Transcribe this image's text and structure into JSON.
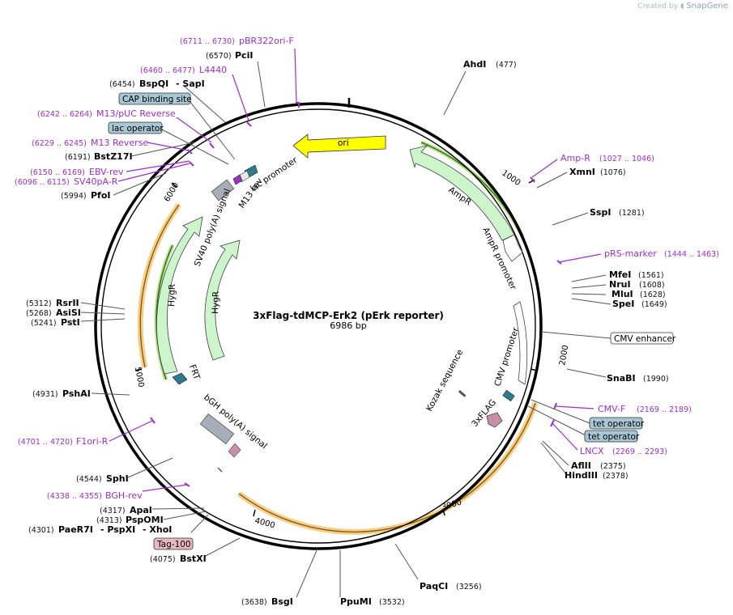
{
  "credit": {
    "prefix": "Created by",
    "brand": "SnapGene"
  },
  "plasmid": {
    "name": "3xFlag-tdMCP-Erk2 (pErk reporter)",
    "size_label": "6986 bp",
    "length": 6986
  },
  "ticks": [
    "1000",
    "2000",
    "3000",
    "4000",
    "5000",
    "6000"
  ],
  "sites": [
    {
      "name": "AhdI",
      "pos": "(477)"
    },
    {
      "name": "XmnI",
      "pos": "(1076)"
    },
    {
      "name": "SspI",
      "pos": "(1281)"
    },
    {
      "name": "MfeI",
      "pos": "(1561)"
    },
    {
      "name": "NruI",
      "pos": "(1608)"
    },
    {
      "name": "MluI",
      "pos": "(1628)"
    },
    {
      "name": "SpeI",
      "pos": "(1649)"
    },
    {
      "name": "SnaBI",
      "pos": "(1990)"
    },
    {
      "name": "AflII",
      "pos": "(2375)"
    },
    {
      "name": "HindIII",
      "pos": "(2378)"
    },
    {
      "name": "PaqCI",
      "pos": "(3256)"
    },
    {
      "name": "PpuMI",
      "pos": "(3532)"
    },
    {
      "name": "BsgI",
      "pos": "(3638)"
    },
    {
      "name": "BstXI",
      "pos": "(4075)"
    },
    {
      "name": "PaeR7I",
      "pos": "(4301)"
    },
    {
      "name": "- PspXI",
      "pos": ""
    },
    {
      "name": "- XhoI",
      "pos": ""
    },
    {
      "name": "PspOMI",
      "pos": "(4313)"
    },
    {
      "name": "ApaI",
      "pos": "(4317)"
    },
    {
      "name": "SphI",
      "pos": "(4544)"
    },
    {
      "name": "PshAI",
      "pos": "(4931)"
    },
    {
      "name": "PstI",
      "pos": "(5241)"
    },
    {
      "name": "AsiSI",
      "pos": "(5268)"
    },
    {
      "name": "RsrII",
      "pos": "(5312)"
    },
    {
      "name": "PfoI",
      "pos": "(5994)"
    },
    {
      "name": "BstZ17I",
      "pos": "(6191)"
    },
    {
      "name": "BspQI",
      "pos": "(6454)"
    },
    {
      "name": "- SapI",
      "pos": ""
    },
    {
      "name": "PciI",
      "pos": "(6570)"
    }
  ],
  "primers": [
    {
      "name": "pBR322ori-F",
      "pos": "(6711 .. 6730)"
    },
    {
      "name": "L4440",
      "pos": "(6460 .. 6477)"
    },
    {
      "name": "M13/pUC Reverse",
      "pos": "(6242 .. 6264)"
    },
    {
      "name": "M13 Reverse",
      "pos": "(6229 .. 6245)"
    },
    {
      "name": "EBV-rev",
      "pos": "(6150 .. 6169)"
    },
    {
      "name": "SV40pA-R",
      "pos": "(6096 .. 6115)"
    },
    {
      "name": "Amp-R",
      "pos": "(1027 .. 1046)"
    },
    {
      "name": "pRS-marker",
      "pos": "(1444 .. 1463)"
    },
    {
      "name": "CMV-F",
      "pos": "(2169 .. 2189)"
    },
    {
      "name": "LNCX",
      "pos": "(2269 .. 2293)"
    },
    {
      "name": "F1ori-R",
      "pos": "(4701 .. 4720)"
    },
    {
      "name": "BGH-rev",
      "pos": "(4338 .. 4355)"
    }
  ],
  "boxed_features": [
    {
      "name": "CAP binding site",
      "color": "#a7c7d4"
    },
    {
      "name": "lac operator",
      "color": "#a7c7d4"
    },
    {
      "name": "CMV enhancer",
      "color": "#ffffff"
    },
    {
      "name": "tet operator",
      "color": "#a7c7d4"
    },
    {
      "name": "tet operator",
      "color": "#a7c7d4"
    },
    {
      "name": "Tag-100",
      "color": "#e8b8c4"
    }
  ],
  "features": {
    "ori": "ori",
    "ampr": "AmpR",
    "ampr_promoter": "AmpR promoter",
    "lac_promoter": "lac promoter",
    "m13_rev": "M13 rev",
    "sv40": "SV40 poly(A) signal",
    "hygr1": "HygR",
    "hygr2": "HygR",
    "frt": "FRT",
    "bgh": "bGH poly(A) signal",
    "cmv_promoter": "CMV promoter",
    "kozak": "Kozak sequence",
    "flag": "3xFLAG"
  },
  "colors": {
    "ori": "#ffff00",
    "resistance": "#ccf5cc",
    "resistance_dark": "#3a8a3a",
    "polyA": "#a8aeb8",
    "primer": "#9b30c8",
    "frt": "#2e7a8c",
    "flag": "#c890a8",
    "orf_glow": "#f0b040"
  }
}
